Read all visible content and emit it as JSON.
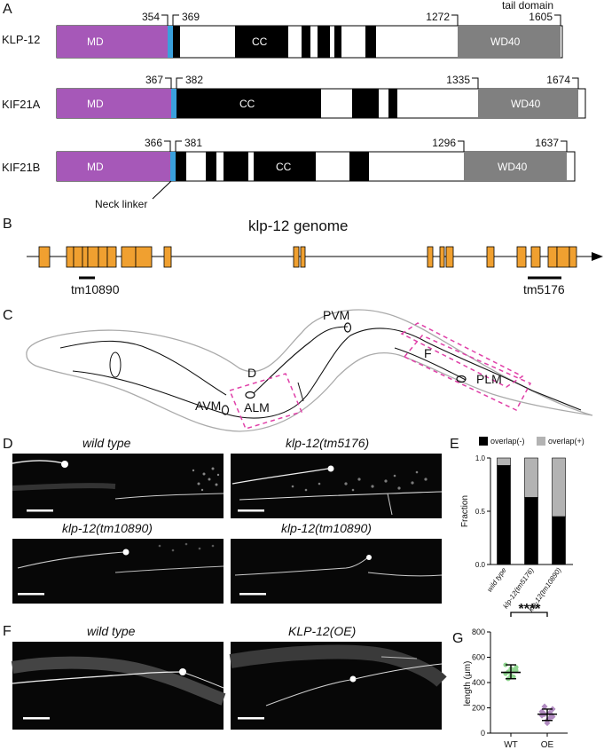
{
  "panels": {
    "A": "A",
    "B": "B",
    "C": "C",
    "D": "D",
    "E": "E",
    "F": "F",
    "G": "G"
  },
  "domains": {
    "tail_label": "tail domain",
    "neck_label": "Neck linker",
    "proteins": [
      {
        "name": "KLP-12",
        "md": "MD",
        "cc": "CC",
        "wd": "WD40",
        "n1": "354",
        "n2": "369",
        "n3": "1272",
        "n4": "1605"
      },
      {
        "name": "KIF21A",
        "md": "MD",
        "cc": "CC",
        "wd": "WD40",
        "n1": "367",
        "n2": "382",
        "n3": "1335",
        "n4": "1674"
      },
      {
        "name": "KIF21B",
        "md": "MD",
        "cc": "CC",
        "wd": "WD40",
        "n1": "366",
        "n2": "381",
        "n3": "1296",
        "n4": "1637"
      }
    ]
  },
  "genome": {
    "title": "klp-12 genome",
    "allele1": "tm10890",
    "allele2": "tm5176"
  },
  "worm": {
    "PVM": "PVM",
    "F": "F",
    "D": "D",
    "AVM": "AVM",
    "ALM": "ALM",
    "PLM": "PLM"
  },
  "micrographs": {
    "d1": "wild type",
    "d2": "klp-12(tm5176)",
    "d3": "klp-12(tm10890)",
    "d4": "klp-12(tm10890)",
    "f1": "wild type",
    "f2": "KLP-12(OE)"
  },
  "chart_data": [
    {
      "type": "bar",
      "stacked": true,
      "categories": [
        "wild type",
        "klp-12(tm5176)",
        "klp-12(tm10890)"
      ],
      "series": [
        {
          "name": "overlap(-)",
          "values": [
            0.93,
            0.63,
            0.45
          ],
          "color": "#000000"
        },
        {
          "name": "overlap(+)",
          "values": [
            0.07,
            0.37,
            0.55
          ],
          "color": "#b3b3b3"
        }
      ],
      "ylabel": "Fraction",
      "ylim": [
        0,
        1
      ],
      "yticks": [
        "0.0",
        "0.5",
        "1.0"
      ],
      "legend": "top"
    },
    {
      "type": "scatter",
      "categories": [
        "WT",
        "OE"
      ],
      "points": {
        "WT": [
          470,
          430,
          455,
          500,
          520,
          540,
          485,
          510,
          445,
          495
        ],
        "OE": [
          170,
          150,
          100,
          120,
          190,
          140,
          210,
          80,
          160,
          130
        ]
      },
      "means": [
        480,
        150
      ],
      "sd": [
        [
          430,
          540
        ],
        [
          100,
          190
        ]
      ],
      "ylabel": "length (μm)",
      "ylim": [
        0,
        800
      ],
      "yticks": [
        "0",
        "200",
        "400",
        "600",
        "800"
      ],
      "significance": "****",
      "colors": {
        "WT": "#8fd48f",
        "OE": "#b08ac0"
      }
    }
  ],
  "colors": {
    "md": "#a658b8",
    "linker": "#3aa0dc",
    "cc": "#000000",
    "wd": "#808080",
    "exon": "#f0a030"
  }
}
